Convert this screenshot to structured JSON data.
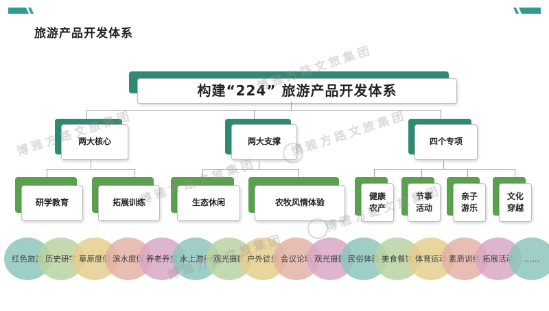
{
  "page_title": "旅游产品开发体系",
  "main_title": "构建“224” 旅游产品开发体系",
  "categories": [
    {
      "label": "两大核心",
      "children": [
        "研学教育",
        "拓展训练"
      ]
    },
    {
      "label": "两大支撑",
      "children": [
        "生态休闲",
        "农牧风情体验"
      ]
    },
    {
      "label": "四个专项",
      "children": [
        "健康\n农产",
        "节事\n活动",
        "亲子\n游乐",
        "文化\n穿越"
      ]
    }
  ],
  "products": [
    {
      "label": "红色旅游",
      "color": "#8fc6bd"
    },
    {
      "label": "历史研学",
      "color": "#b9d3a3"
    },
    {
      "label": "草原度假",
      "color": "#e4cf8e"
    },
    {
      "label": "滨水度假",
      "color": "#e4b2a7"
    },
    {
      "label": "养老养生",
      "color": "#d9a8c7"
    },
    {
      "label": "水上游乐",
      "color": "#8fc6bd"
    },
    {
      "label": "观光摄影",
      "color": "#b9d3a3"
    },
    {
      "label": "户外徒步",
      "color": "#e4cf8e"
    },
    {
      "label": "会议论坛",
      "color": "#e4b2a7"
    },
    {
      "label": "观光摄影",
      "color": "#d9a8c7"
    },
    {
      "label": "民俗体验",
      "color": "#8fc6bd"
    },
    {
      "label": "美食餐饮",
      "color": "#b9d3a3"
    },
    {
      "label": "体育运动",
      "color": "#e4cf8e"
    },
    {
      "label": "素质训练",
      "color": "#e4b2a7"
    },
    {
      "label": "拓展活动",
      "color": "#d9a8c7"
    },
    {
      "label": "……",
      "color": "#8fc6bd"
    }
  ]
}
